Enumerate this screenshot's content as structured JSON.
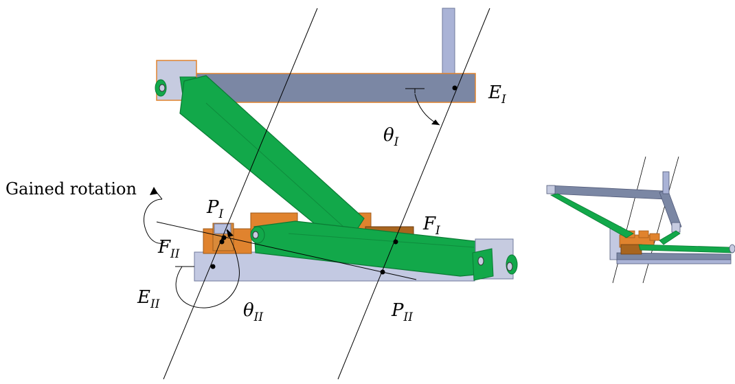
{
  "labels": {
    "E_I": {
      "main": "E",
      "sub": "I"
    },
    "theta_I": {
      "main": "θ",
      "sub": "I"
    },
    "P_I": {
      "main": "P",
      "sub": "I"
    },
    "F_I": {
      "main": "F",
      "sub": "I"
    },
    "F_II": {
      "main": "F",
      "sub": "II"
    },
    "E_II": {
      "main": "E",
      "sub": "II"
    },
    "theta_II": {
      "main": "θ",
      "sub": "II"
    },
    "P_II": {
      "main": "P",
      "sub": "II"
    },
    "gained_rotation": "Gained rotation"
  },
  "colors": {
    "link_green": "#12a84a",
    "link_green_dark": "#0b7a34",
    "frame_blue": "#7b87a4",
    "base_blue": "#c3c9e2",
    "block_orange": "#e0832e",
    "block_brown": "#a8651f",
    "axis_line": "#000000"
  }
}
